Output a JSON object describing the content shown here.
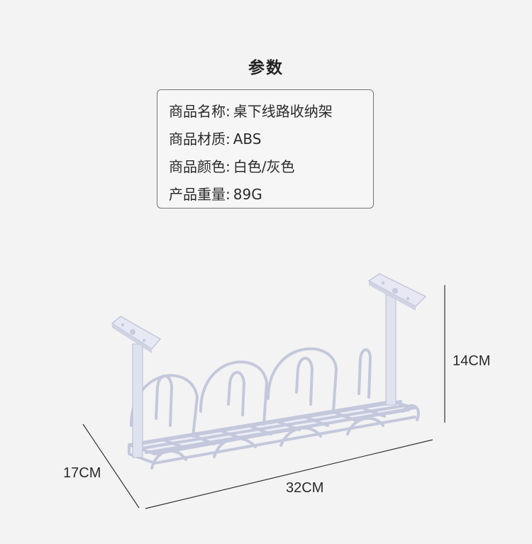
{
  "title": "参数",
  "specs": [
    {
      "label": "商品名称:",
      "value": "桌下线路收纳架"
    },
    {
      "label": "商品材质:",
      "value": "ABS"
    },
    {
      "label": "商品颜色:",
      "value": "白色/灰色"
    },
    {
      "label": "产品重量:",
      "value": "89G"
    }
  ],
  "dimensions": {
    "height": "14CM",
    "depth": "17CM",
    "width": "32CM"
  },
  "colors": {
    "background": "#f3f3f3",
    "rack": "#e6e8f4",
    "rack_outline": "#b7bcd6"
  }
}
